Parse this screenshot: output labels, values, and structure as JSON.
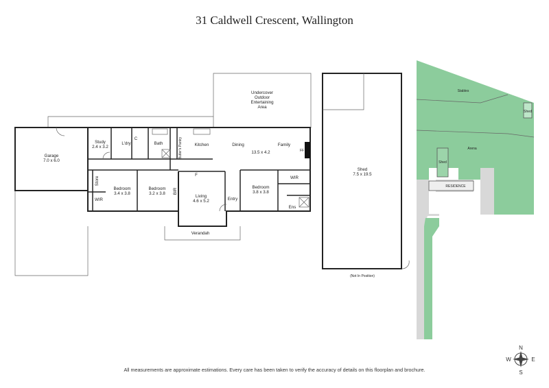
{
  "title": "31 Caldwell Crescent, Wallington",
  "rooms": {
    "garage": "Garage",
    "garage_dim": "7.0 x 6.0",
    "study": "Study",
    "study_dim": "2.4 x 3.2",
    "ldry": "L'dry",
    "c": "C",
    "bath": "Bath",
    "butlers": "Butler's Pantry",
    "kitchen": "Kitchen",
    "dining": "Dining",
    "family_dim": "13.5 x 4.2",
    "family": "Family",
    "ff": "FF",
    "undercover1": "Undercover",
    "undercover2": "Outdoor",
    "undercover3": "Entertaining",
    "undercover4": "Area",
    "store": "Store",
    "wir_left": "WIR",
    "bed1": "Bedroom",
    "bed1_dim": "3.4 x 3.8",
    "bed2": "Bedroom",
    "bed2_dim": "3.2 x 3.8",
    "bir": "BIR",
    "f": "F",
    "living": "Living",
    "living_dim": "4.6 x 5.2",
    "entry": "Entry",
    "bed3": "Bedroom",
    "bed3_dim": "3.8 x 3.8",
    "wir_right": "WIR",
    "ens": "Ens",
    "verandah": "Verandah"
  },
  "shed": {
    "label": "Shed",
    "dim": "7.5 x 19.5",
    "note": "(Not In Position)"
  },
  "site": {
    "stables": "Stables",
    "shed_small": "Shed",
    "arena": "Arena",
    "shed": "Shed",
    "residence": "RESIDENCE",
    "lawn_color": "#8ccc9c",
    "path_color": "#d8d8d8"
  },
  "footer": "All measurements are approximate estimations. Every care has been taken to verify the accuracy of details on this floorplan and brochure.",
  "compass": {
    "n": "N",
    "s": "S",
    "e": "E",
    "w": "W"
  }
}
